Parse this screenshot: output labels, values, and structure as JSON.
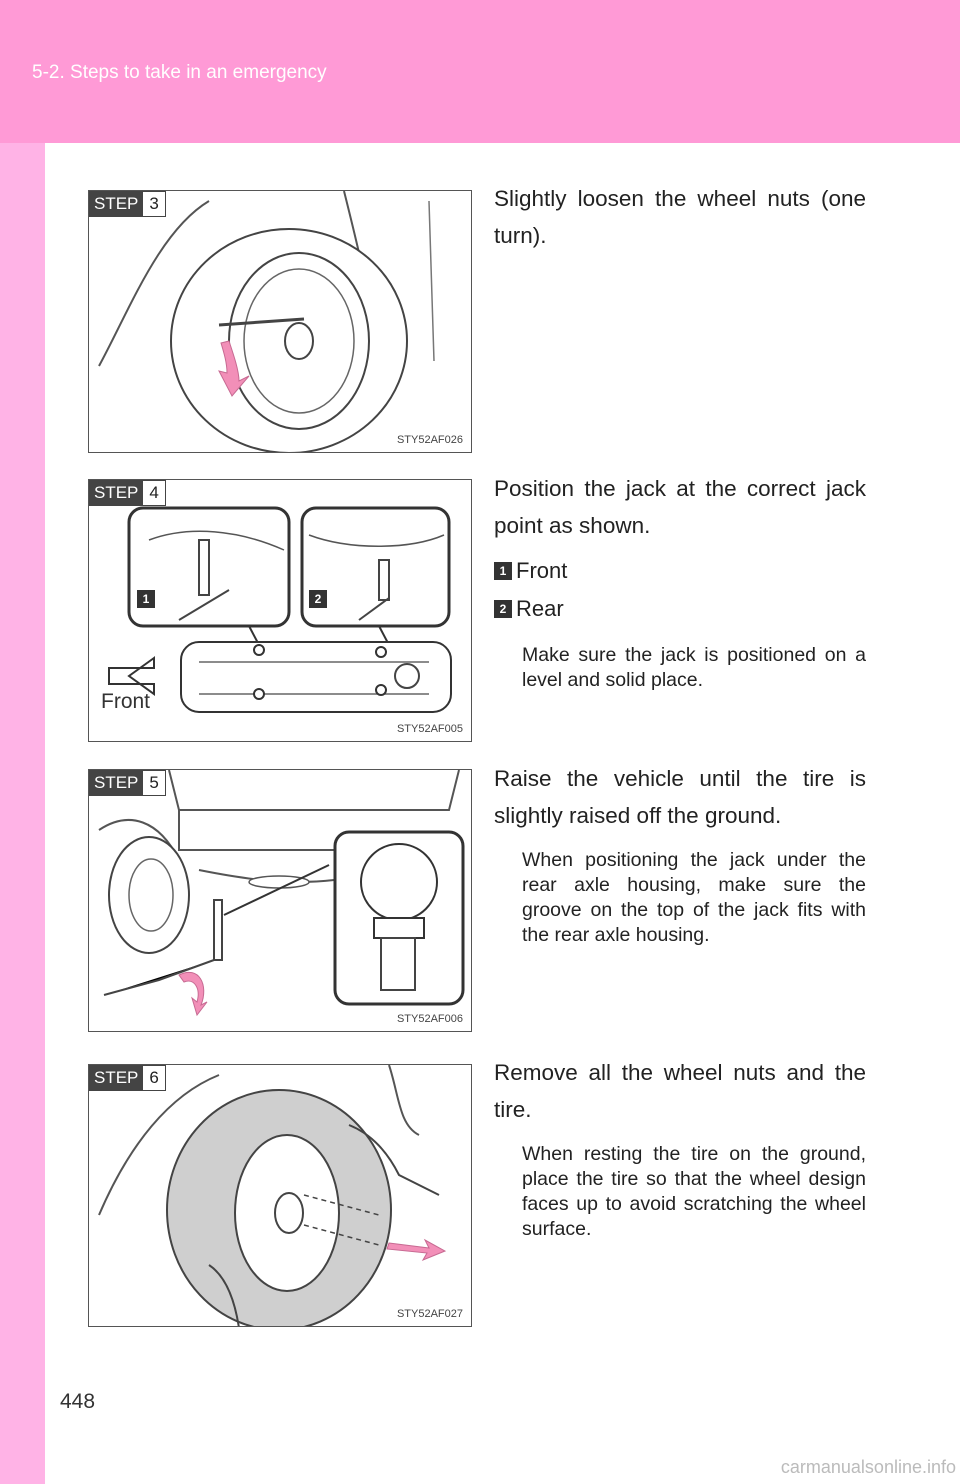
{
  "header": {
    "section": "5-2. Steps to take in an emergency"
  },
  "page_number": "448",
  "watermark": "carmanualsonline.info",
  "steps": [
    {
      "step_label": "STEP",
      "step_num": "3",
      "code": "STY52AF026",
      "text": "Slightly loosen the wheel nuts (one turn)."
    },
    {
      "step_label": "STEP",
      "step_num": "4",
      "code": "STY52AF005",
      "text": "Position the jack at the correct jack point as shown.",
      "items": [
        {
          "badge": "1",
          "label": "Front"
        },
        {
          "badge": "2",
          "label": "Rear"
        }
      ],
      "note": "Make sure the jack is positioned on a level and solid place.",
      "figure_label": "Front"
    },
    {
      "step_label": "STEP",
      "step_num": "5",
      "code": "STY52AF006",
      "text": "Raise the vehicle until the tire is slightly raised off the ground.",
      "note": "When positioning the jack under the rear axle housing, make sure the groove on the top of the jack fits with the rear axle housing."
    },
    {
      "step_label": "STEP",
      "step_num": "6",
      "code": "STY52AF027",
      "text": "Remove all the wheel nuts and the tire.",
      "note": "When resting the tire on the ground, place the tire so that the wheel design faces up to avoid scratching the wheel surface."
    }
  ],
  "colors": {
    "header": "#ff9ad6",
    "sidebar": "#ffb3e6",
    "arrow": "#f28fb8"
  }
}
